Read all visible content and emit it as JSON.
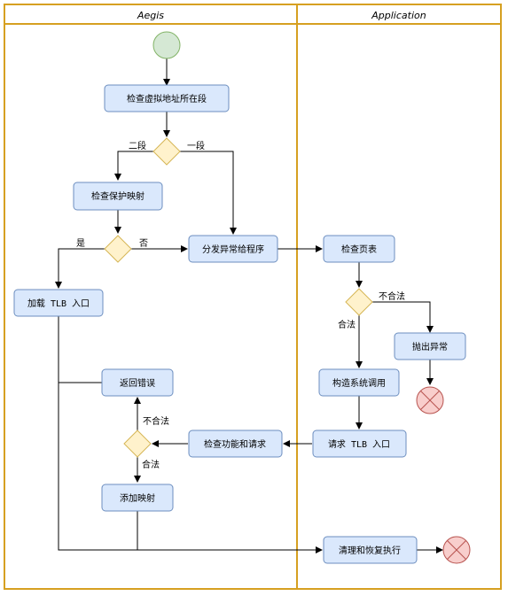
{
  "lanes": {
    "left_title": "Aegis",
    "right_title": "Application"
  },
  "nodes": {
    "check_vaddr": "检查虚拟地址所在段",
    "check_protect": "检查保护映射",
    "dispatch": "分发异常给程序",
    "load_tlb": "加载 TLB 入口",
    "return_error": "返回错误",
    "check_func": "检查功能和请求",
    "add_mapping": "添加映射",
    "check_page": "检查页表",
    "throw_exception": "抛出异常",
    "build_syscall": "构造系统调用",
    "request_tlb": "请求 TLB 入口",
    "cleanup": "清理和恢复执行"
  },
  "edge_labels": {
    "seg2": "二段",
    "seg1": "一段",
    "yes": "是",
    "no": "否",
    "illegal1": "不合法",
    "legal1": "合法",
    "illegal2": "不合法",
    "legal2": "合法"
  },
  "colors": {
    "lane_border": "#d6a021",
    "process_fill": "#dae8fc",
    "process_stroke": "#6c8ebf",
    "decision_fill": "#fff2cc",
    "decision_stroke": "#d6b656",
    "start_fill": "#d5e8d4",
    "start_stroke": "#82b366",
    "end_fill": "#f8cecc",
    "end_stroke": "#b85450"
  }
}
